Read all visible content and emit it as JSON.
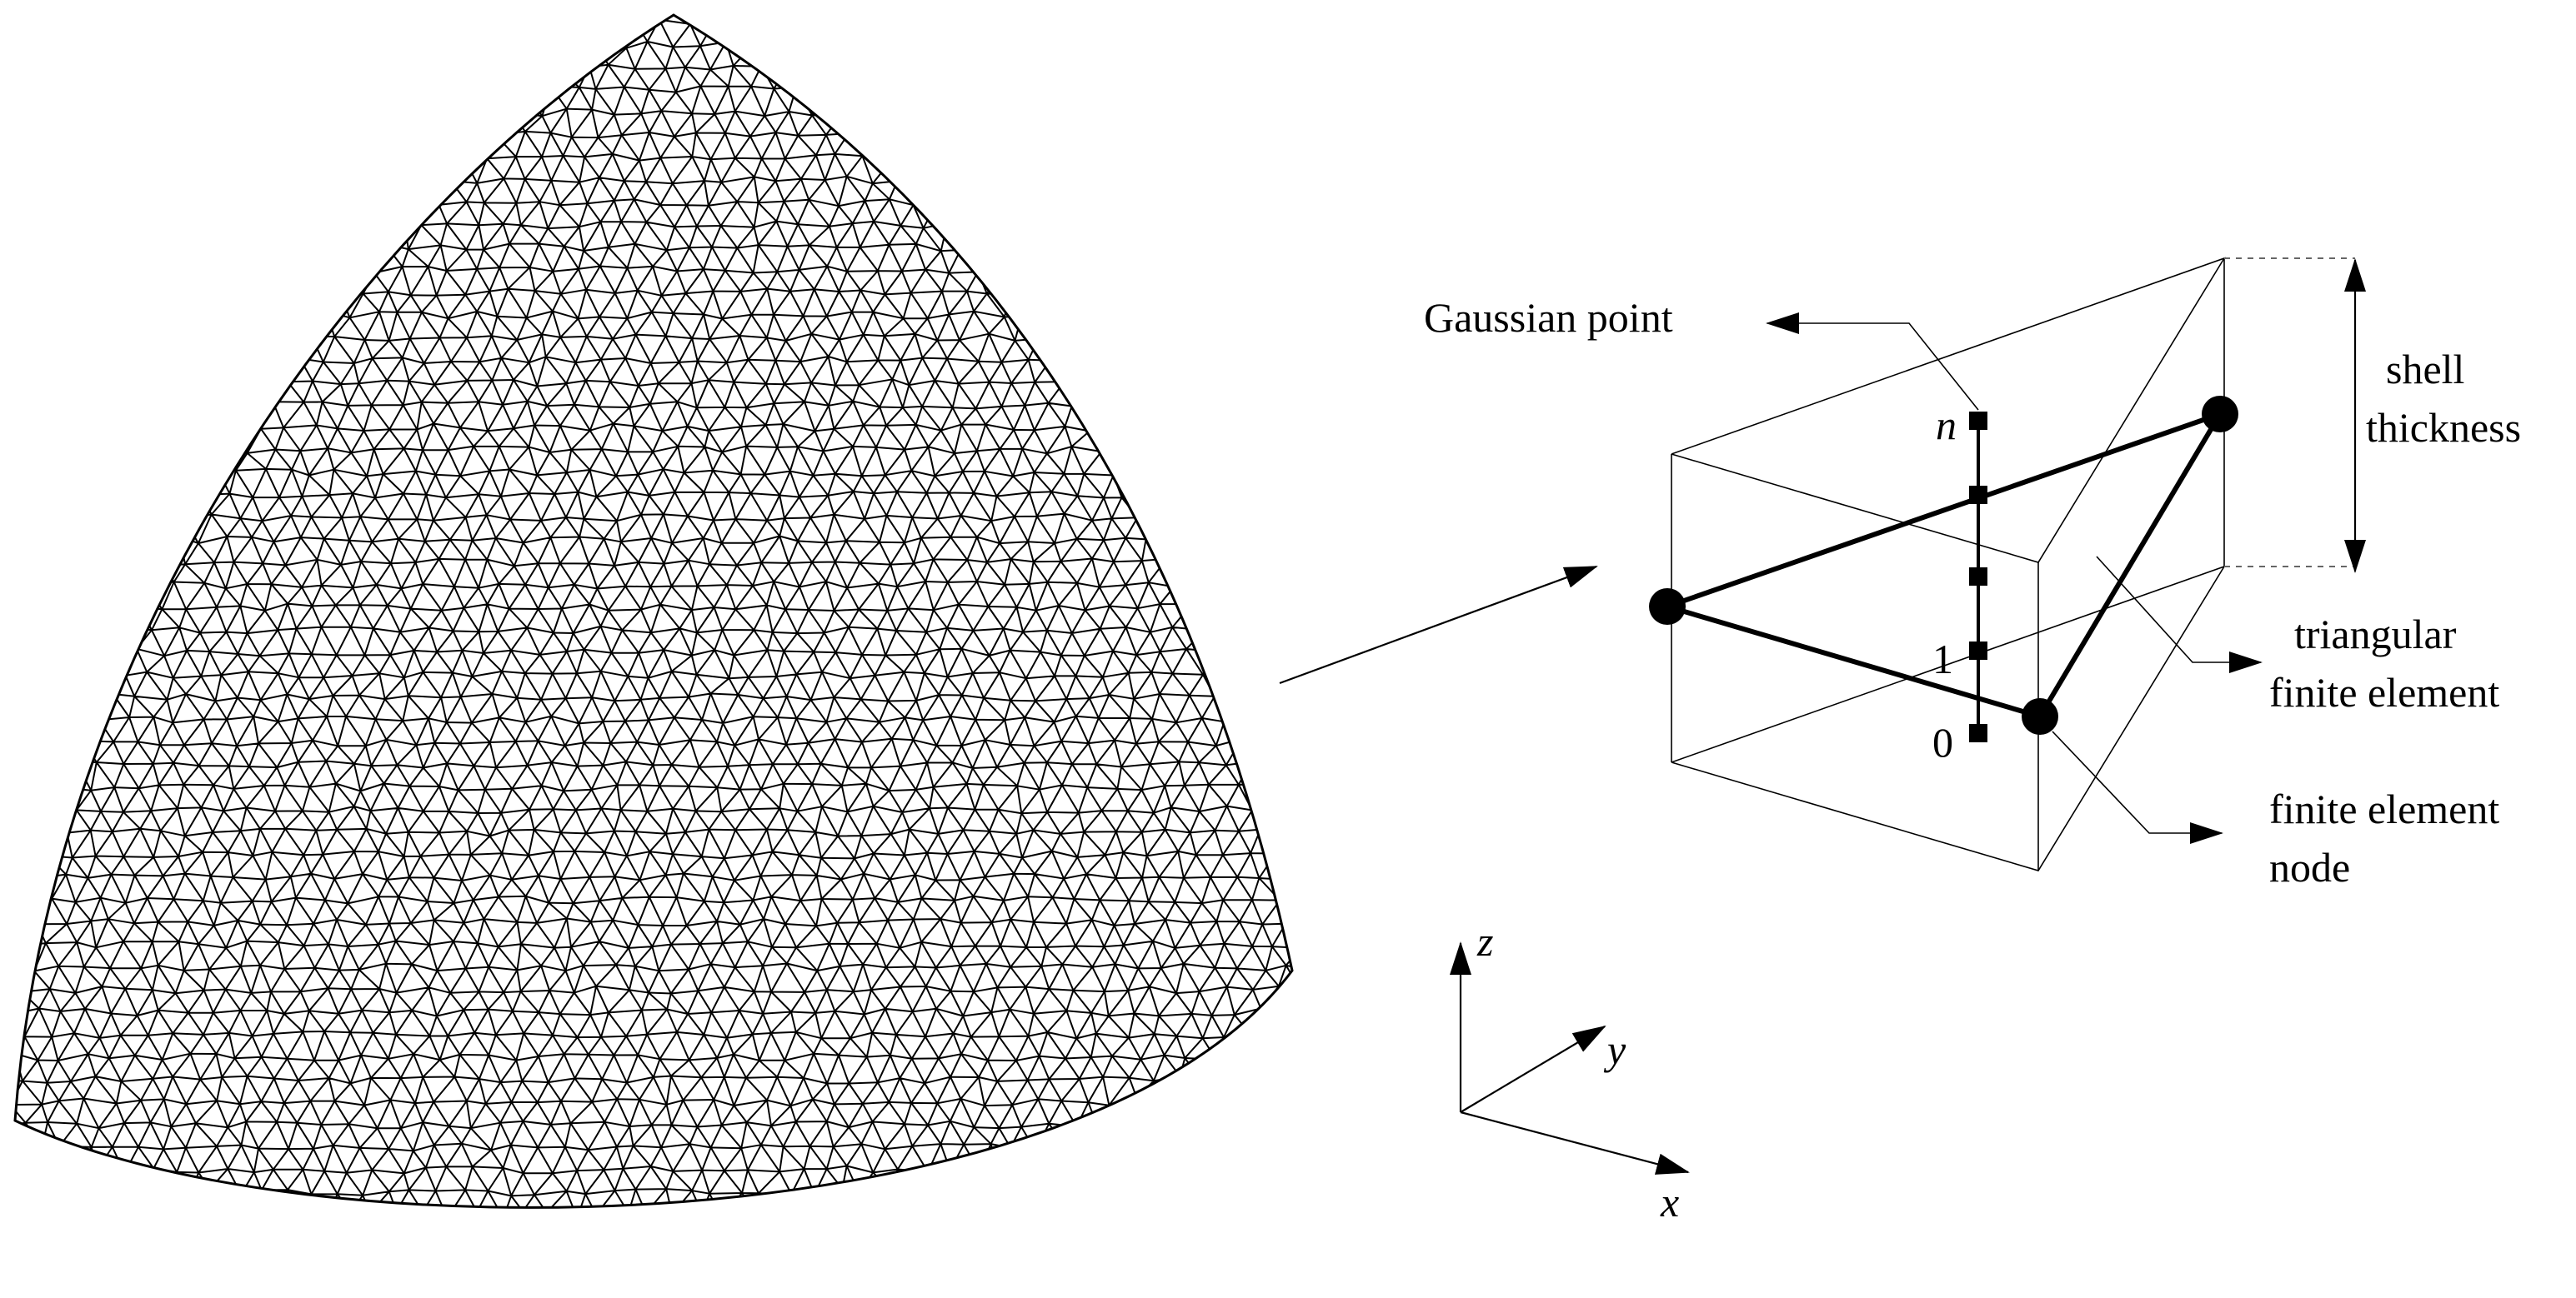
{
  "labels": {
    "gaussian_point": "Gaussian point",
    "shell": "shell",
    "thickness": "thickness",
    "triangular": "triangular",
    "finite_element": "finite element",
    "finite_element_node_line1": "finite element",
    "finite_element_node_line2": "node",
    "point_n": "n",
    "point_1": "1",
    "point_0": "0"
  },
  "axes": {
    "z": "z",
    "y": "y",
    "x": "x"
  },
  "colors": {
    "ink": "#000000",
    "dash": "#666666",
    "background": "#ffffff"
  }
}
